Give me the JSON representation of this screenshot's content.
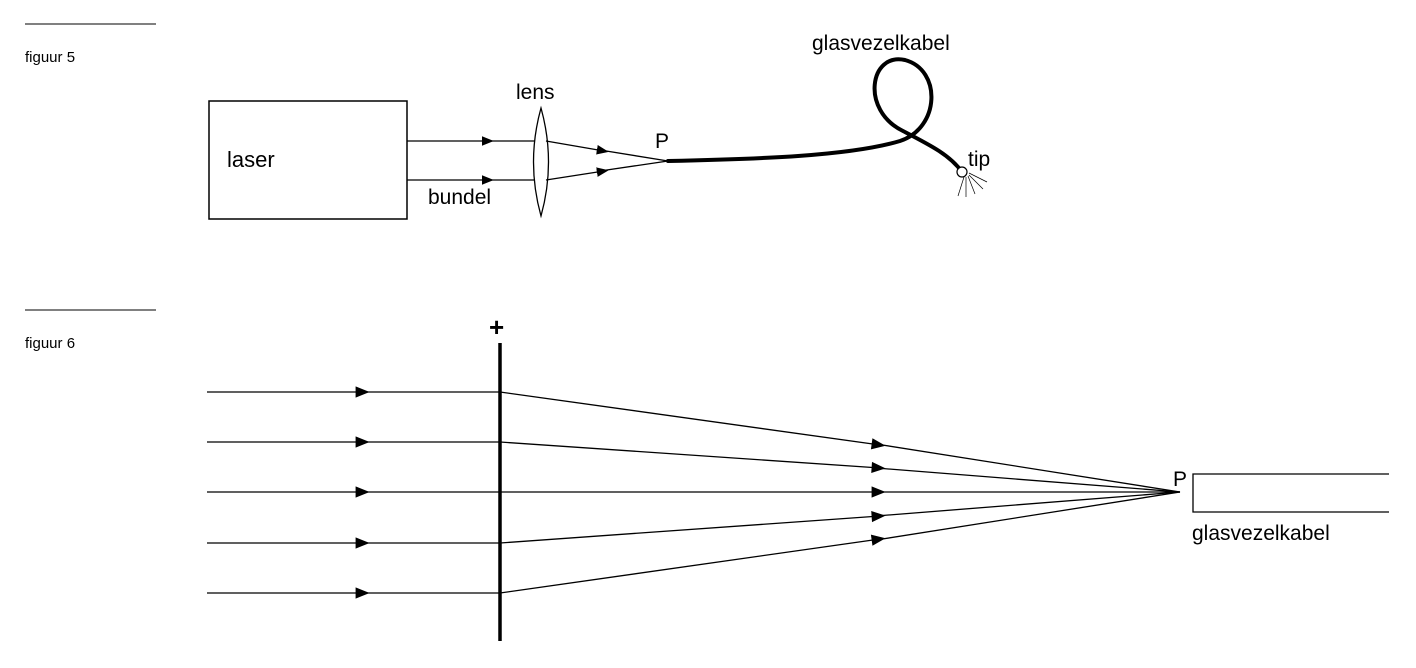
{
  "figure5": {
    "caption": "figuur 5",
    "laser": "laser",
    "lens": "lens",
    "bundel": "bundel",
    "point": "P",
    "fiber": "glasvezelkabel",
    "tip": "tip"
  },
  "figure6": {
    "caption": "figuur 6",
    "lens_sign": "+",
    "point": "P",
    "fiber": "glasvezelkabel"
  }
}
